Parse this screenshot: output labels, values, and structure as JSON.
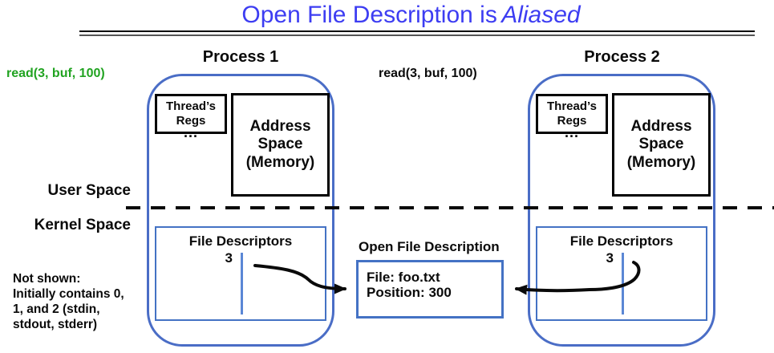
{
  "title": {
    "text": "Open File Description is",
    "italic": "Aliased"
  },
  "annotations": {
    "read_call_left": "read(3, buf, 100)",
    "read_call_center": "read(3, buf, 100)",
    "user_space": "User Space",
    "kernel_space": "Kernel Space",
    "not_shown_lines": [
      "Not shown:",
      "Initially contains 0,",
      "1, and 2 (stdin,",
      "stdout, stderr)"
    ]
  },
  "processes": [
    {
      "title": "Process 1",
      "threads_regs_lines": [
        "Thread’s",
        "Regs"
      ],
      "ellipsis": "...",
      "address_space_lines": [
        "Address",
        "Space",
        "(Memory)"
      ],
      "fd_title": "File Descriptors",
      "fd_entry": "3"
    },
    {
      "title": "Process 2",
      "threads_regs_lines": [
        "Thread’s",
        "Regs"
      ],
      "ellipsis": "...",
      "address_space_lines": [
        "Address",
        "Space",
        "(Memory)"
      ],
      "fd_title": "File Descriptors",
      "fd_entry": "3"
    }
  ],
  "open_file_description": {
    "label": "Open File Description",
    "lines": [
      "File: foo.txt",
      "Position: 300"
    ]
  },
  "colors": {
    "title_blue": "#3d3df2",
    "process_border": "#4a6dc6",
    "box_border": "#4472c4",
    "divider_blue": "#5b87d5",
    "green_text": "#21a321",
    "ink": "#0a0a0a"
  }
}
